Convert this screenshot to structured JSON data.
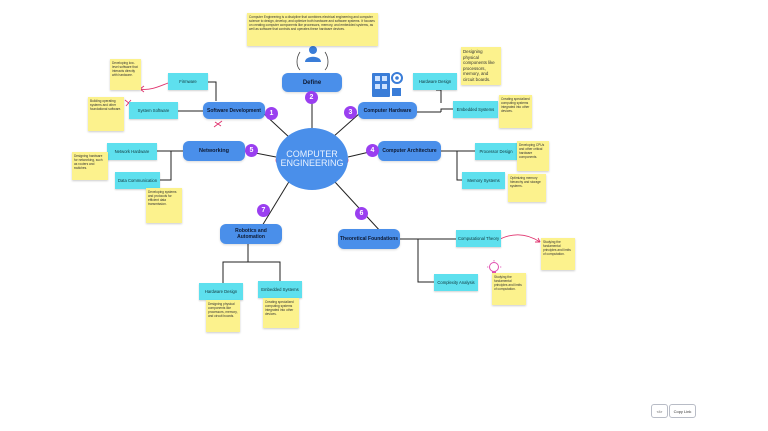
{
  "center": {
    "line1": "COMPUTER",
    "line2": "ENGINEERING"
  },
  "branches": {
    "define": {
      "label": "Define",
      "number": "2"
    },
    "software": {
      "label": "Software Development",
      "number": "1"
    },
    "hardware": {
      "label": "Computer Hardware",
      "number": "3"
    },
    "networking": {
      "label": "Networking",
      "number": "5"
    },
    "architecture": {
      "label": "Computer Architecture",
      "number": "4"
    },
    "robotics": {
      "label": "Robotics and Automation",
      "number": "7"
    },
    "theory": {
      "label": "Theoretical Foundations",
      "number": "6"
    }
  },
  "subtopics": {
    "firmware": "Firmware",
    "system_software": "System Software",
    "hardware_design": "Hardware Design",
    "embedded_systems": "Embedded Systems",
    "network_hardware": "Network Hardware",
    "data_communication": "Data Communication",
    "processor_design": "Processor Design",
    "memory_systems": "Memory Systems",
    "robot_hardware_design": "Hardware Design",
    "robot_embedded_systems": "Embedded Systems",
    "computational_theory": "Computational Theory",
    "complexity_analysis": "Complexity Analysis"
  },
  "notes": {
    "define": "Computer Engineering is a discipline that combines electrical engineering and computer science to design, develop, and optimize both hardware and software systems. It focuses on creating computer components like processors, memory, and embedded systems, as well as software that controls and operates these hardware devices.",
    "hardware_top": "Designing physical components like processors, memory, and circuit boards.",
    "firmware": "Developing low-level software that interacts directly with hardware.",
    "system_software": "Building operating systems and other foundational software.",
    "embedded": "Creating specialized computing systems integrated into other devices.",
    "network_hardware": "Designing hardware for networking, such as routers and switches.",
    "data_communication": "Developing systems and protocols for efficient data transmission.",
    "processor": "Developing CPUs and other critical hardware components.",
    "memory": "Optimizing memory hierarchy and storage systems.",
    "robot_hardware": "Designing physical components like processors, memory, and circuit boards.",
    "robot_embedded": "Creating specialized computing systems integrated into other devices.",
    "computational_theory": "Studying the fundamental principles and limits of computation.",
    "complexity": "Studying the fundamental principles and limits of computation."
  },
  "toolbar": {
    "code_label": "</>",
    "copy_label": "Copy Link"
  },
  "colors": {
    "branch": "#4a8fea",
    "subtopic": "#5ee0ee",
    "note": "#fcf28d",
    "badge": "#9a3ff0",
    "scribble": "#e0336e"
  },
  "icons": [
    "user-icon",
    "hardware-icon",
    "lightbulb-icon"
  ]
}
